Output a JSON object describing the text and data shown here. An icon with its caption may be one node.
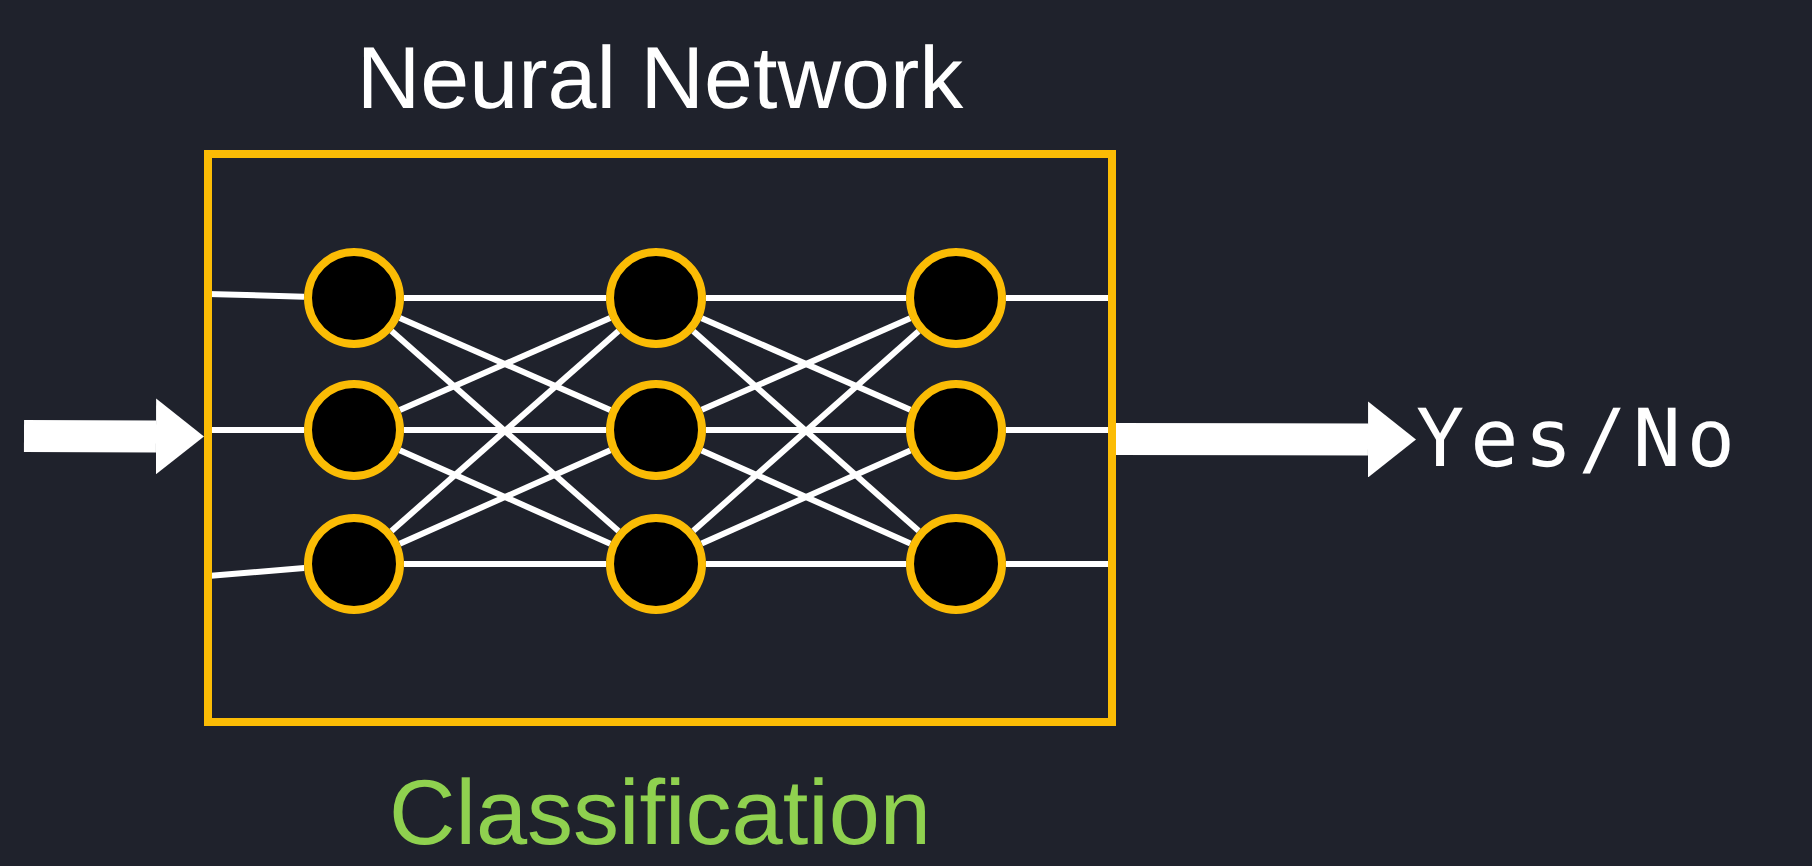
{
  "diagram": {
    "nodes": [
      {
        "text": [
          "Neural Network"
        ],
        "beside": [
          "Classification"
        ]
      },
      {
        "text": [],
        "shape": "circle",
        "in": 0
      },
      {
        "text": [],
        "shape": "circle",
        "in": 0
      },
      {
        "text": [],
        "shape": "circle",
        "in": 0
      },
      {
        "text": [],
        "shape": "circle",
        "in": 0
      },
      {
        "text": [],
        "shape": "circle",
        "in": 0
      },
      {
        "text": [],
        "shape": "circle",
        "in": 0
      },
      {
        "text": [],
        "shape": "circle",
        "in": 0
      },
      {
        "text": [],
        "shape": "circle",
        "in": 0
      },
      {
        "text": [],
        "shape": "circle",
        "in": 0
      },
      {
        "text": [
          "Yes/No"
        ]
      }
    ],
    "edges": [
      {
        "from": null,
        "to": 0,
        "arrow": "to",
        "style": "thick"
      },
      {
        "from": 0,
        "to": 10,
        "arrow": "to",
        "style": "thick"
      },
      {
        "from": null,
        "to": 1,
        "arrow": "none"
      },
      {
        "from": null,
        "to": 2,
        "arrow": "none"
      },
      {
        "from": null,
        "to": 3,
        "arrow": "none"
      },
      {
        "from": 1,
        "to": 4,
        "arrow": "none"
      },
      {
        "from": 1,
        "to": 5,
        "arrow": "none"
      },
      {
        "from": 1,
        "to": 6,
        "arrow": "none"
      },
      {
        "from": 2,
        "to": 4,
        "arrow": "none"
      },
      {
        "from": 2,
        "to": 5,
        "arrow": "none"
      },
      {
        "from": 2,
        "to": 6,
        "arrow": "none"
      },
      {
        "from": 3,
        "to": 4,
        "arrow": "none"
      },
      {
        "from": 3,
        "to": 5,
        "arrow": "none"
      },
      {
        "from": 3,
        "to": 6,
        "arrow": "none"
      },
      {
        "from": 4,
        "to": 7,
        "arrow": "none"
      },
      {
        "from": 4,
        "to": 8,
        "arrow": "none"
      },
      {
        "from": 4,
        "to": 9,
        "arrow": "none"
      },
      {
        "from": 5,
        "to": 7,
        "arrow": "none"
      },
      {
        "from": 5,
        "to": 8,
        "arrow": "none"
      },
      {
        "from": 5,
        "to": 9,
        "arrow": "none"
      },
      {
        "from": 6,
        "to": 7,
        "arrow": "none"
      },
      {
        "from": 6,
        "to": 8,
        "arrow": "none"
      },
      {
        "from": 6,
        "to": 9,
        "arrow": "none"
      },
      {
        "from": 7,
        "to": null,
        "arrow": "none"
      },
      {
        "from": 8,
        "to": null,
        "arrow": "none"
      },
      {
        "from": 9,
        "to": null,
        "arrow": "none"
      }
    ]
  }
}
